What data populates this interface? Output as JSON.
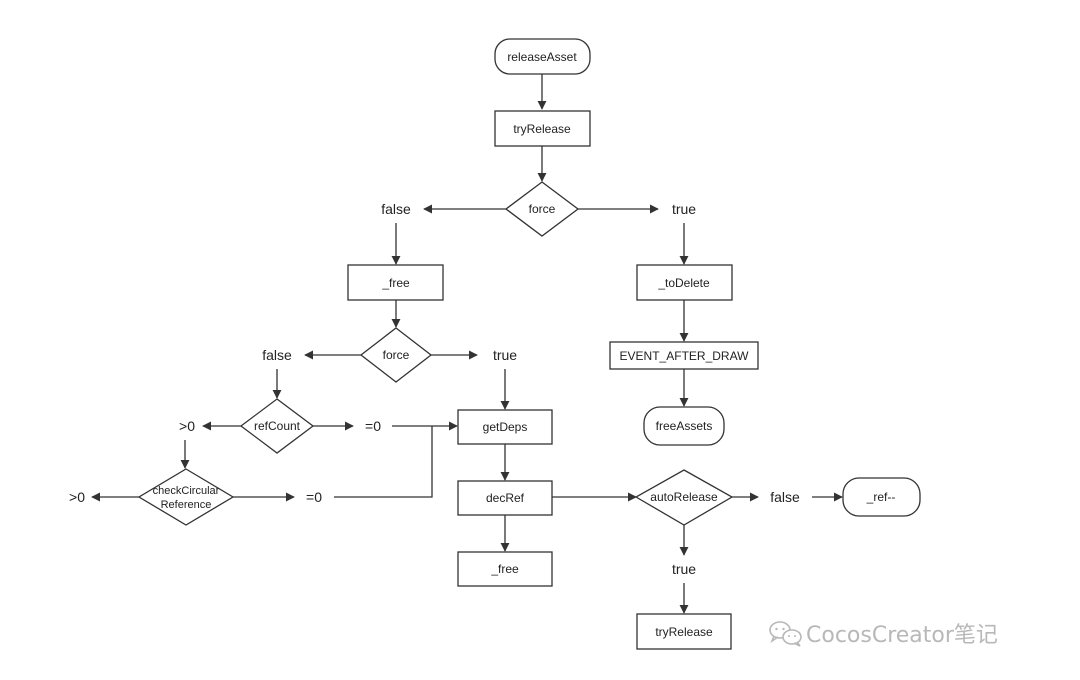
{
  "nodes": {
    "release_asset": "releaseAsset",
    "try_release_top": "tryRelease",
    "force_top": "force",
    "free_left": "_free",
    "to_delete": "_toDelete",
    "force_mid": "force",
    "event_after_draw": "EVENT_AFTER_DRAW",
    "ref_count": "refCount",
    "free_assets": "freeAssets",
    "get_deps": "getDeps",
    "check_circular_line1": "checkCircular",
    "check_circular_line2": "Reference",
    "dec_ref": "decRef",
    "auto_release": "autoRelease",
    "ref_decrement": "_ref--",
    "free_bottom": "_free",
    "try_release_bottom": "tryRelease"
  },
  "labels": {
    "top_false": "false",
    "top_true": "true",
    "mid_false": "false",
    "mid_true": "true",
    "refcount_gt0": ">0",
    "refcount_eq0": "=0",
    "circular_gt0": ">0",
    "circular_eq0": "=0",
    "auto_false": "false",
    "auto_true": "true"
  },
  "watermark": {
    "icon": "wechat-icon",
    "text": "CocosCreator笔记"
  }
}
